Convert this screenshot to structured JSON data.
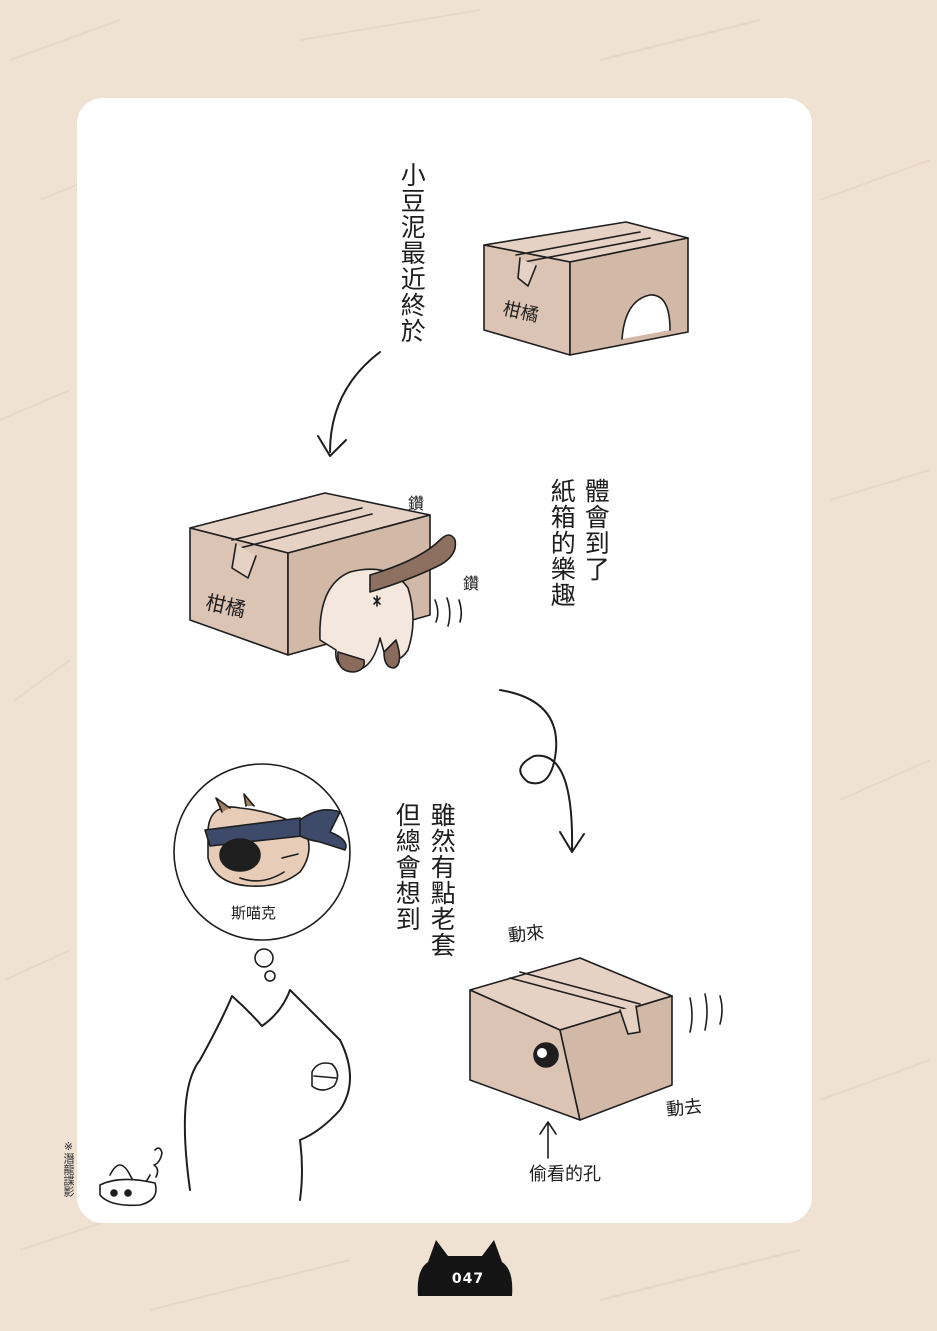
{
  "captions": {
    "caption_1": "小豆泥最近終於",
    "caption_2_col1": "體會到了",
    "caption_2_col2": "紙箱的樂趣",
    "caption_3_col1": "雖然有點老套",
    "caption_3_col2": "但總會想到"
  },
  "box_labels": {
    "top_box": "柑橘",
    "mid_box": "柑橘"
  },
  "sfx": {
    "zuan_1": "鑽",
    "zuan_2": "鑽",
    "dong_lai": "動來",
    "dong_qu": "動去"
  },
  "labels": {
    "peek_hole": "偷看的孔",
    "thought_name": "斯喵克"
  },
  "footnote": "※潛龍諜影",
  "page_number": "047",
  "colors": {
    "background": "#efe2d3",
    "panel": "#ffffff",
    "cardboard": "#dcc4b4",
    "ink": "#1e1e1e",
    "page_badge": "#141414"
  }
}
